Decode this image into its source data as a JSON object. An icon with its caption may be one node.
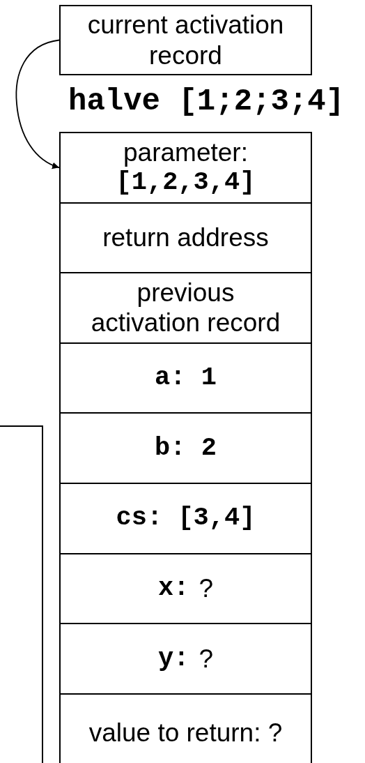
{
  "diagram": {
    "nodes": [
      {
        "text": [
          "current activation record"
        ]
      },
      {
        "text": [
          "parameter:",
          "[1,2,3,4]"
        ]
      },
      {
        "text": [
          "return address"
        ]
      },
      {
        "text": [
          "previous activation record"
        ]
      },
      {
        "text": [
          "a: 1"
        ]
      },
      {
        "text": [
          "b: 2"
        ]
      },
      {
        "text": [
          "cs: [3,4]"
        ]
      },
      {
        "text": [
          "x:",
          "?"
        ]
      },
      {
        "text": [
          "y:",
          "?"
        ]
      },
      {
        "text": [
          "value to return: ?"
        ]
      },
      {
        "text": [],
        "shape": "box"
      }
    ],
    "edges": [
      {
        "from": 0,
        "to": 1,
        "arrow": "to"
      }
    ],
    "labels": [
      "halve [1;2;3;4]"
    ]
  }
}
